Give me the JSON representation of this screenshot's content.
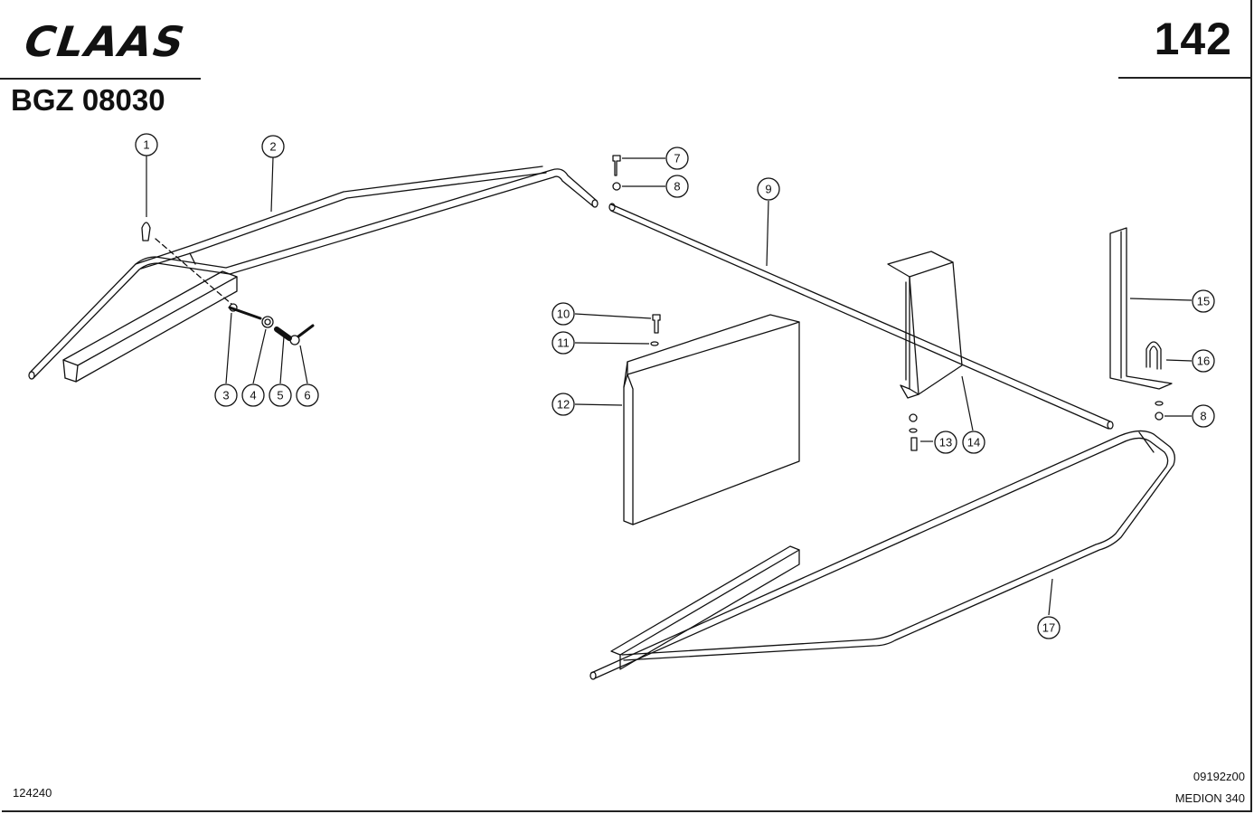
{
  "header": {
    "brand": "CLAAS",
    "page_number": "142",
    "doc_code": "BGZ 08030"
  },
  "footer": {
    "left_number": "124240",
    "drawing_code": "09192z00",
    "model": "MEDION 340"
  },
  "callouts": [
    "1",
    "2",
    "3",
    "4",
    "5",
    "6",
    "7",
    "8",
    "9",
    "10",
    "11",
    "12",
    "13",
    "14",
    "15",
    "16",
    "17",
    "8"
  ],
  "icons": [
    "claas-logo"
  ]
}
